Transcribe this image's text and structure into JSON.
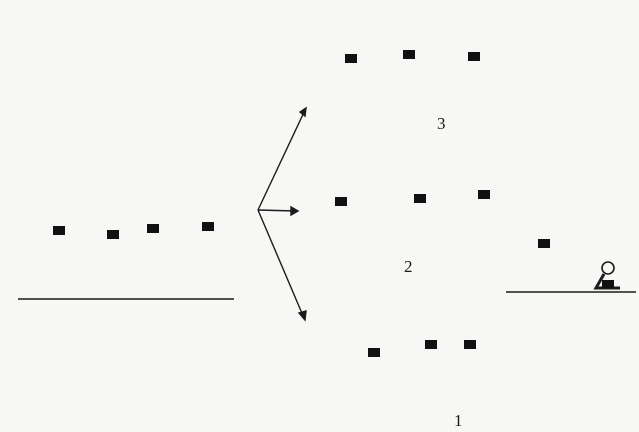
{
  "diagram": {
    "labels": {
      "variant_3": "3",
      "variant_2": "2",
      "variant_1": "1"
    },
    "colors": {
      "ink": "#1b1b1b",
      "paper": "#f7f7f5",
      "shorts": "#111111"
    }
  }
}
